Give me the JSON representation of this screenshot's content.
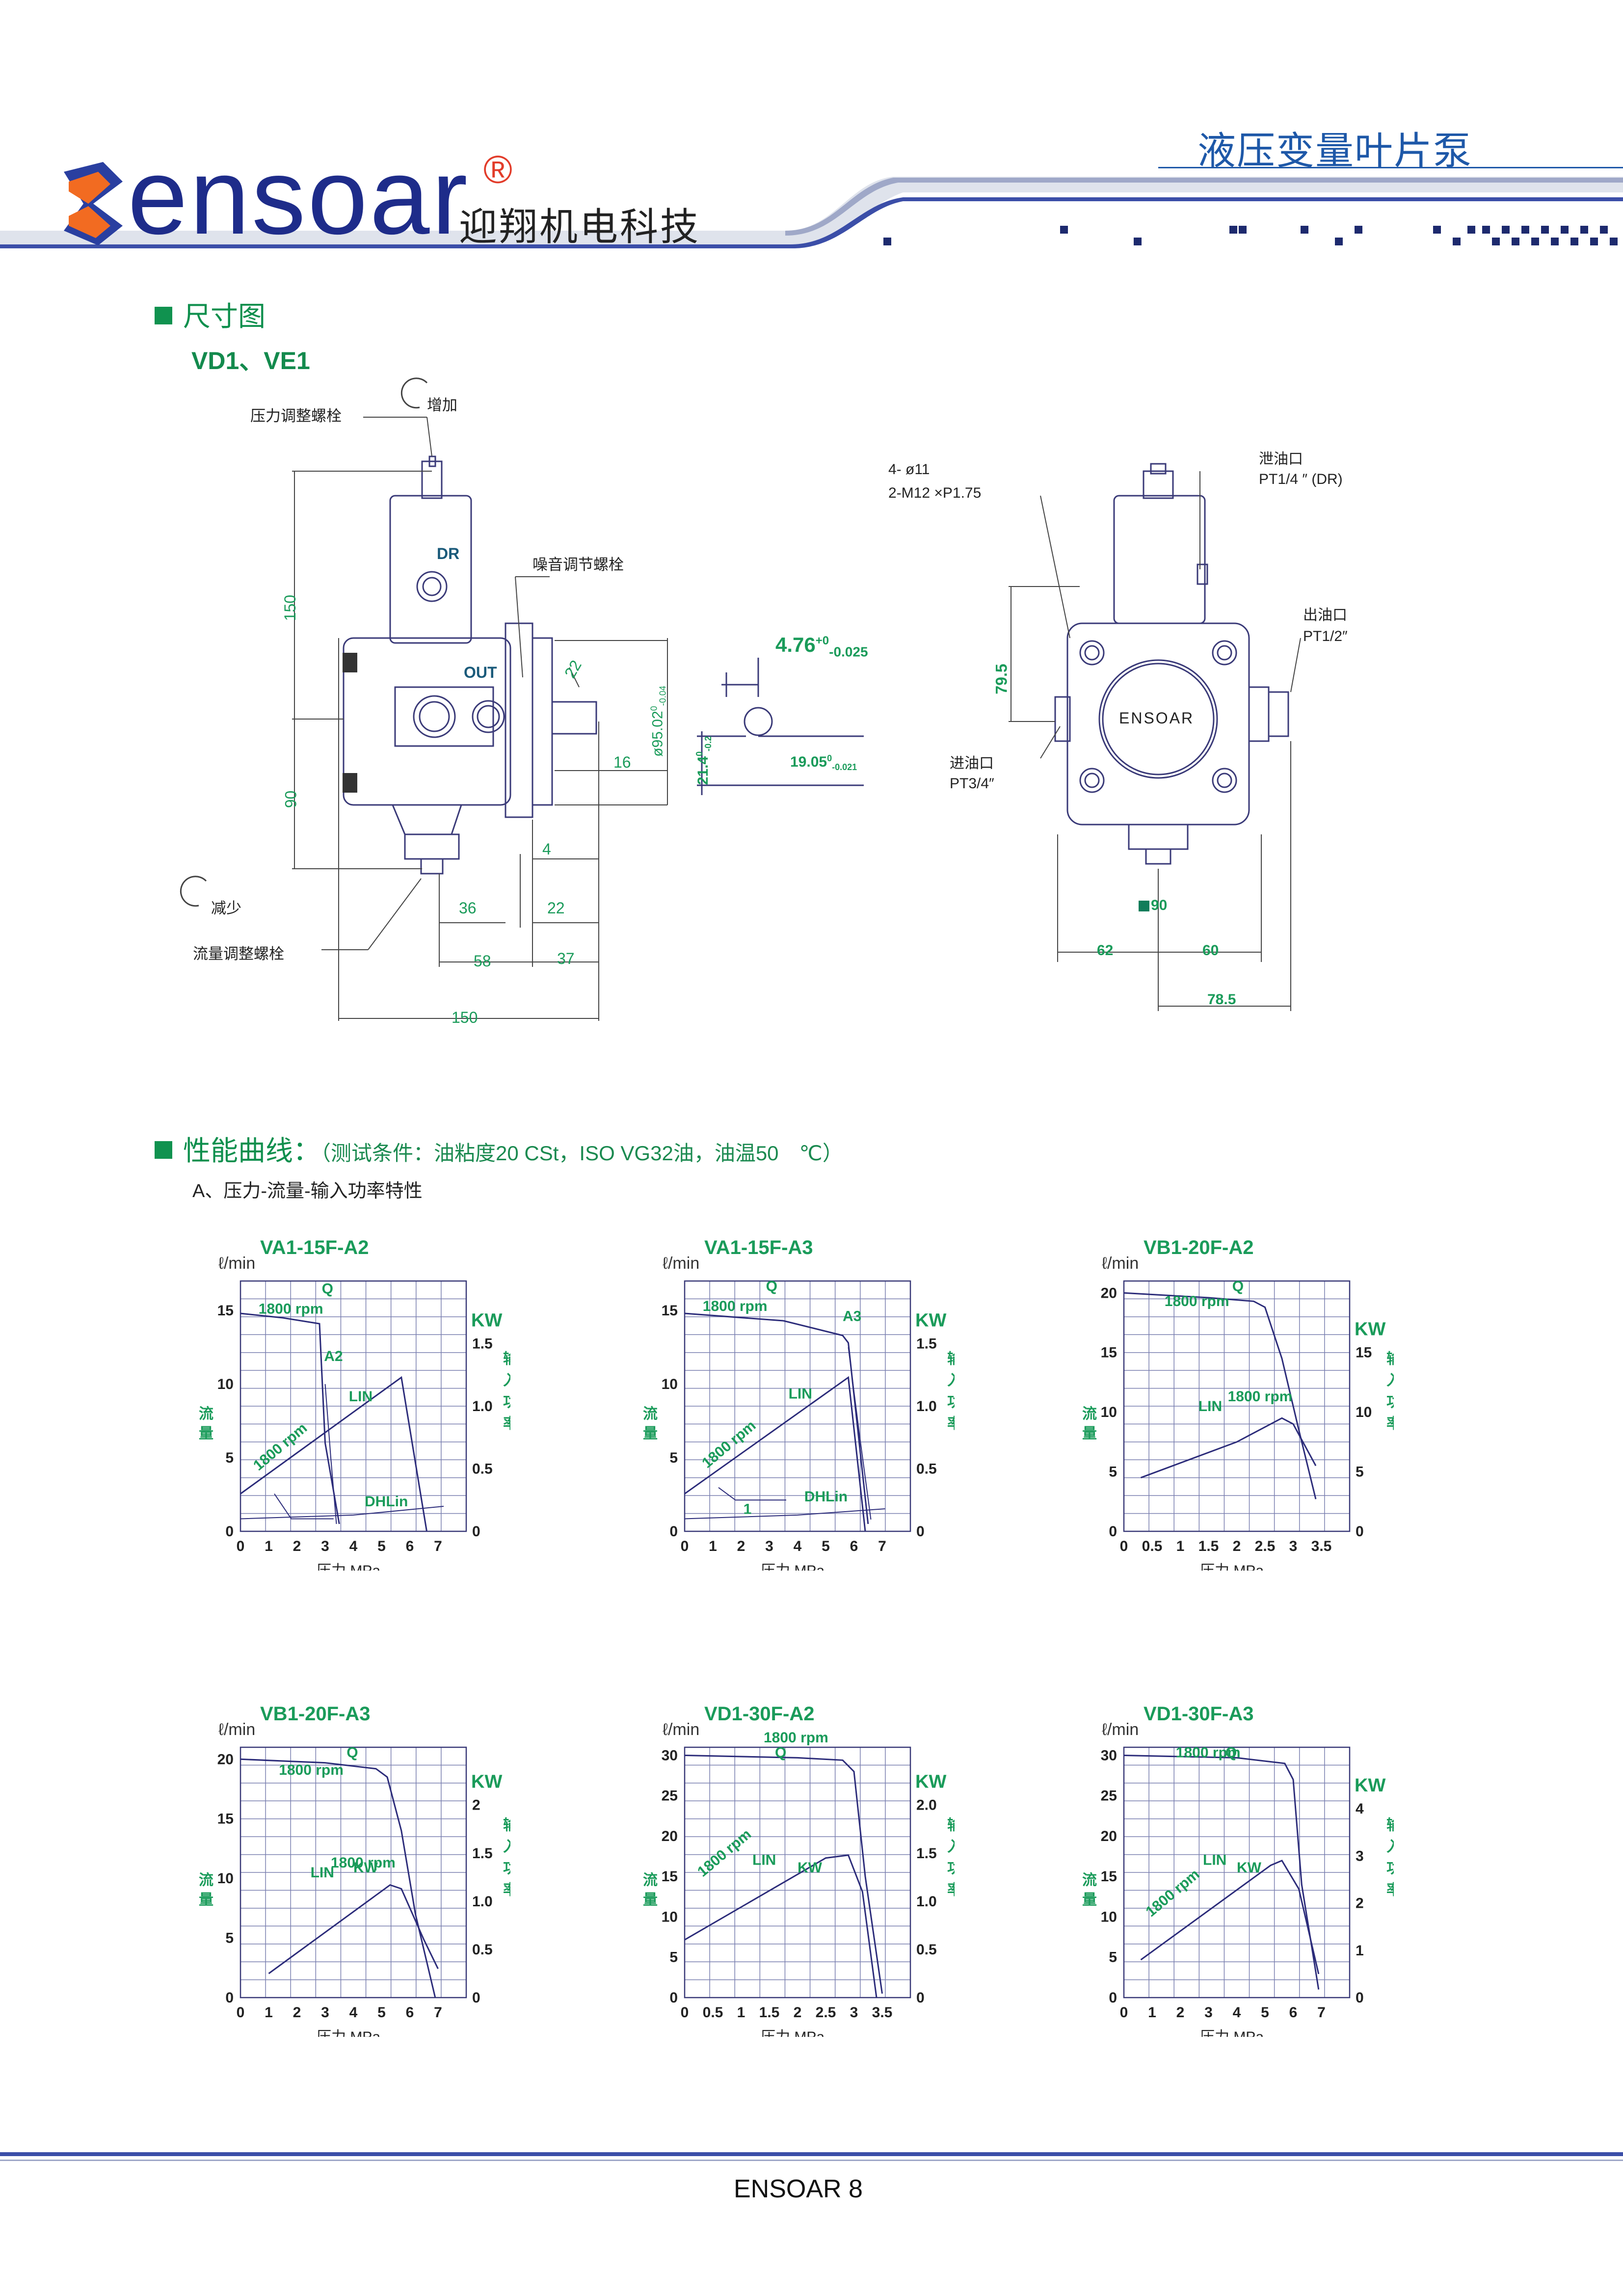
{
  "header": {
    "brand": "ensoar",
    "registered": "®",
    "company": "迎翔机电科技",
    "product_title": "液压变量叶片泵"
  },
  "dimension_section": {
    "title": "尺寸图",
    "model": "VD1、VE1",
    "labels": {
      "pressure_bolt": "压力调整螺栓",
      "increase": "增加",
      "decrease": "减少",
      "flow_bolt": "流量调整螺栓",
      "noise_bolt": "噪音调节螺栓",
      "dr": "DR",
      "out": "OUT",
      "holes": "4- ø11",
      "thread": "2-M12 ×P1.75",
      "drain": "泄油口",
      "drain_spec": "PT1/4 ″ (DR)",
      "outlet": "出油口",
      "outlet_spec": "PT1/2″",
      "inlet": "进油口",
      "inlet_spec": "PT3/4″",
      "ensoar": "ENSOAR"
    },
    "dims": {
      "d150v": "150",
      "d90v": "90",
      "d36": "36",
      "d58": "58",
      "d22": "22",
      "d37": "37",
      "d150h": "150",
      "d4": "4",
      "d16": "16",
      "d22b": "22",
      "dia": "ø95.02",
      "dia_tol_top": "0",
      "dia_tol_bot": "-0.04",
      "key_w": "4.76",
      "key_tol_top": "+0",
      "key_tol_bot": "-0.025",
      "key_h": "21.4",
      "key_h_tol_top": "0",
      "key_h_tol_bot": "-0.2",
      "shaft": "19.05",
      "shaft_tol_top": "0",
      "shaft_tol_bot": "-0.021",
      "d795": "79.5",
      "d90b": "90",
      "d62": "62",
      "d60": "60",
      "d785": "78.5"
    }
  },
  "performance_section": {
    "title": "性能曲线：",
    "conditions": "（测试条件：油粘度20 CSt，ISO VG32油，油温50　℃）",
    "subtitle": "A、压力-流量-输入功率特性"
  },
  "chart_data": [
    {
      "type": "line",
      "title": "VA1-15F-A2",
      "xlabel": "压力 MPa",
      "ylabel": "流量",
      "y_unit": "ℓ/min",
      "y2label": "输入功率",
      "y2_unit": "KW",
      "x_ticks": [
        "0",
        "1",
        "2",
        "3",
        "4",
        "5",
        "6",
        "7"
      ],
      "y_ticks": [
        "0",
        "5",
        "10",
        "15"
      ],
      "y2_ticks": [
        "0",
        "0.5",
        "1.0",
        "1.5"
      ],
      "xlim": [
        0,
        8
      ],
      "ylim": [
        0,
        17
      ],
      "y2lim": [
        0,
        2
      ],
      "annotations": [
        "Q",
        "1800 rpm",
        "A2",
        "LIN",
        "1800 rpm",
        "DHLin"
      ],
      "series": [
        {
          "name": "Q",
          "axis": "y",
          "x": [
            0,
            1.5,
            2.8,
            3.0,
            3.5
          ],
          "y": [
            14.8,
            14.5,
            14.1,
            6.0,
            0.5
          ]
        },
        {
          "name": "A2",
          "axis": "y",
          "x": [
            3.0,
            3.2,
            3.4
          ],
          "y": [
            10.0,
            5.0,
            0.5
          ]
        },
        {
          "name": "LIN",
          "axis": "y2",
          "x": [
            0,
            5.7,
            6.6
          ],
          "y": [
            0.3,
            1.23,
            0.0
          ]
        },
        {
          "name": "DHLin",
          "axis": "y2",
          "x": [
            0,
            4,
            7.2
          ],
          "y": [
            0.1,
            0.13,
            0.2
          ]
        },
        {
          "name": "1800 rpm",
          "axis": "y2",
          "x": [
            1.2,
            1.8,
            3.3
          ],
          "y": [
            0.3,
            0.1,
            0.1
          ]
        }
      ]
    },
    {
      "type": "line",
      "title": "VA1-15F-A3",
      "xlabel": "压力 MPa",
      "ylabel": "流量",
      "y_unit": "ℓ/min",
      "y2label": "输入功率",
      "y2_unit": "KW",
      "x_ticks": [
        "0",
        "1",
        "2",
        "3",
        "4",
        "5",
        "6",
        "7"
      ],
      "y_ticks": [
        "0",
        "5",
        "10",
        "15"
      ],
      "y2_ticks": [
        "0",
        "0.5",
        "1.0",
        "1.5"
      ],
      "xlim": [
        0,
        8
      ],
      "ylim": [
        0,
        17
      ],
      "y2lim": [
        0,
        2
      ],
      "annotations": [
        "Q",
        "1800 rpm",
        "A3",
        "LIN",
        "1800 rpm",
        "1",
        "DHLin"
      ],
      "series": [
        {
          "name": "Q",
          "axis": "y",
          "x": [
            0,
            3.5,
            5.6,
            5.8,
            6.5
          ],
          "y": [
            14.8,
            14.3,
            13.3,
            12.8,
            0.5
          ]
        },
        {
          "name": "A3",
          "axis": "y",
          "x": [
            5.8,
            6.2,
            6.6
          ],
          "y": [
            12.5,
            6.5,
            0.8
          ]
        },
        {
          "name": "LIN",
          "axis": "y2",
          "x": [
            0,
            5.8,
            6.4
          ],
          "y": [
            0.3,
            1.23,
            0.0
          ]
        },
        {
          "name": "DHLin",
          "axis": "y2",
          "x": [
            0,
            4,
            7.1
          ],
          "y": [
            0.1,
            0.13,
            0.18
          ]
        },
        {
          "name": "1",
          "axis": "y2",
          "x": [
            1.2,
            1.8,
            3.6
          ],
          "y": [
            0.35,
            0.25,
            0.25
          ]
        }
      ]
    },
    {
      "type": "line",
      "title": "VB1-20F-A2",
      "xlabel": "压力 MPa",
      "ylabel": "流量",
      "y_unit": "ℓ/min",
      "y2label": "输入功率",
      "y2_unit": "KW",
      "x_ticks": [
        "0",
        "0.5",
        "1",
        "1.5",
        "2",
        "2.5",
        "3",
        "3.5"
      ],
      "y_ticks": [
        "0",
        "5",
        "10",
        "15",
        "20"
      ],
      "y2_ticks": [
        "0",
        "5",
        "10",
        "15"
      ],
      "xlim": [
        0,
        4
      ],
      "ylim": [
        0,
        21
      ],
      "y2lim": [
        0,
        21
      ],
      "annotations": [
        "Q",
        "1800 rpm",
        "LIN",
        "1800 rpm"
      ],
      "series": [
        {
          "name": "Q",
          "axis": "y",
          "x": [
            0,
            1.5,
            2.3,
            2.5,
            2.8,
            3.1,
            3.4
          ],
          "y": [
            20,
            19.6,
            19.3,
            18.8,
            14.5,
            8.5,
            2.7
          ]
        },
        {
          "name": "LIN",
          "axis": "y2",
          "x": [
            0.3,
            2.0,
            2.8,
            3.0,
            3.4
          ],
          "y": [
            4.5,
            7.5,
            9.5,
            9.0,
            5.5
          ]
        }
      ]
    },
    {
      "type": "line",
      "title": "VB1-20F-A3",
      "xlabel": "压力 MPa",
      "ylabel": "流量",
      "y_unit": "ℓ/min",
      "y2label": "输入功率",
      "y2_unit": "KW",
      "x_ticks": [
        "0",
        "1",
        "2",
        "3",
        "4",
        "5",
        "6",
        "7"
      ],
      "y_ticks": [
        "0",
        "5",
        "10",
        "15",
        "20"
      ],
      "y2_ticks": [
        "0",
        "0.5",
        "1.0",
        "1.5",
        "2"
      ],
      "xlim": [
        0,
        8
      ],
      "ylim": [
        0,
        21
      ],
      "y2lim": [
        0,
        2.6
      ],
      "annotations": [
        "Q",
        "1800 rpm",
        "LIN",
        "1800 rpm",
        "KW"
      ],
      "series": [
        {
          "name": "Q",
          "axis": "y",
          "x": [
            0,
            3,
            4.8,
            5.2,
            5.7,
            6.2,
            6.9
          ],
          "y": [
            20,
            19.7,
            19.2,
            18.5,
            14,
            7,
            0
          ]
        },
        {
          "name": "LIN",
          "axis": "y2",
          "x": [
            1,
            5.3,
            5.7,
            6.5,
            7.0
          ],
          "y": [
            0.25,
            1.17,
            1.13,
            0.6,
            0.3
          ]
        }
      ]
    },
    {
      "type": "line",
      "title": "VD1-30F-A2",
      "xlabel": "压力 MPa",
      "ylabel": "流量",
      "y_unit": "ℓ/min",
      "y2label": "输入功率",
      "y2_unit": "KW",
      "x_ticks": [
        "0",
        "0.5",
        "1",
        "1.5",
        "2",
        "2.5",
        "3",
        "3.5"
      ],
      "y_ticks": [
        "0",
        "5",
        "10",
        "15",
        "20",
        "25",
        "30"
      ],
      "y2_ticks": [
        "0",
        "0.5",
        "1.0",
        "1.5",
        "2.0"
      ],
      "xlim": [
        0,
        4
      ],
      "ylim": [
        0,
        31
      ],
      "y2lim": [
        0,
        2.6
      ],
      "annotations": [
        "1800 rpm",
        "Q",
        "1800 rpm",
        "LIN",
        "KW"
      ],
      "series": [
        {
          "name": "Q",
          "axis": "y",
          "x": [
            0,
            2,
            2.8,
            3.0,
            3.2,
            3.5
          ],
          "y": [
            30,
            29.7,
            29.4,
            28,
            15,
            0.5
          ]
        },
        {
          "name": "LIN",
          "axis": "y2",
          "x": [
            0,
            2.5,
            2.9,
            3.15,
            3.4
          ],
          "y": [
            0.6,
            1.45,
            1.48,
            1.1,
            0.0
          ]
        }
      ]
    },
    {
      "type": "line",
      "title": "VD1-30F-A3",
      "xlabel": "压力 MPa",
      "ylabel": "流量",
      "y_unit": "ℓ/min",
      "y2label": "输入功率",
      "y2_unit": "KW",
      "x_ticks": [
        "0",
        "1",
        "2",
        "3",
        "4",
        "5",
        "6",
        "7"
      ],
      "y_ticks": [
        "0",
        "5",
        "10",
        "15",
        "20",
        "25",
        "30"
      ],
      "y2_ticks": [
        "0",
        "1",
        "2",
        "3",
        "4"
      ],
      "xlim": [
        0,
        8
      ],
      "ylim": [
        0,
        31
      ],
      "y2lim": [
        0,
        5.3
      ],
      "annotations": [
        "1800 rpm",
        "Q",
        "LIN",
        "1800 rpm",
        "KW"
      ],
      "series": [
        {
          "name": "Q",
          "axis": "y",
          "x": [
            0,
            4,
            5.7,
            6.0,
            6.3,
            6.9
          ],
          "y": [
            30,
            29.7,
            29,
            27,
            14,
            1
          ]
        },
        {
          "name": "LIN",
          "axis": "y2",
          "x": [
            0.6,
            5.2,
            5.6,
            6.2,
            6.9
          ],
          "y": [
            0.8,
            2.8,
            2.9,
            2.3,
            0.5
          ]
        }
      ]
    }
  ],
  "footer": {
    "text": "ENSOAR 8"
  }
}
